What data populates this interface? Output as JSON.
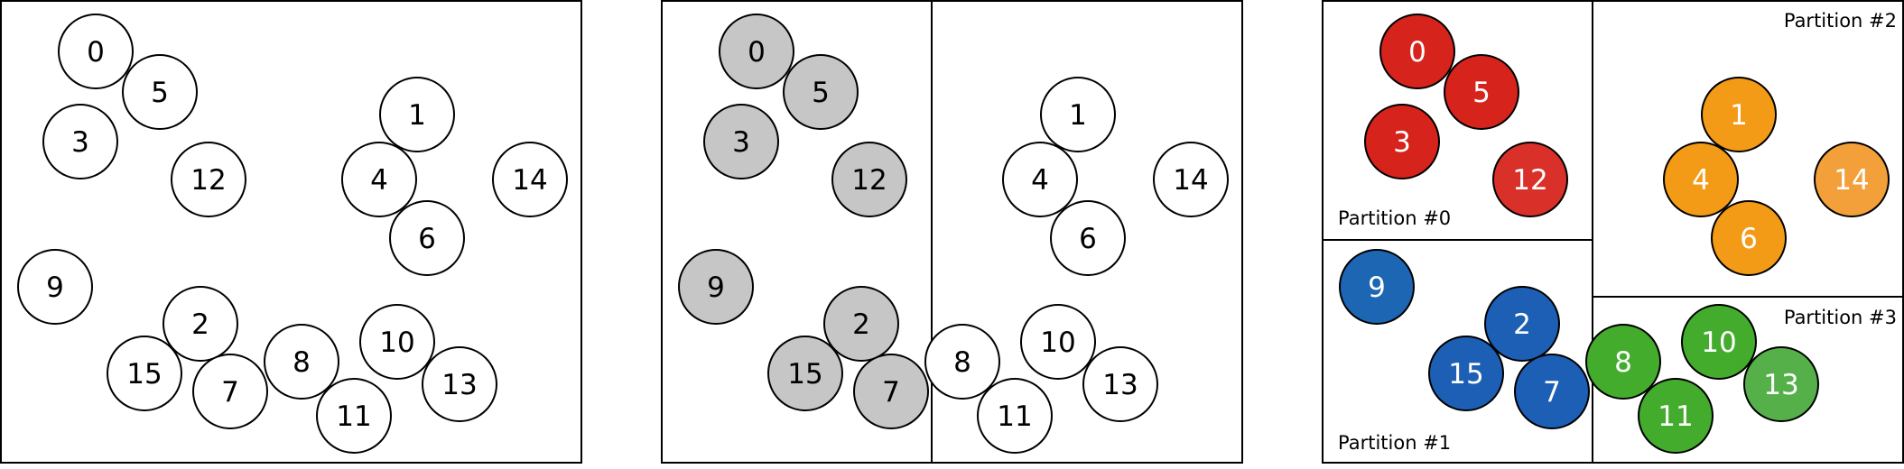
{
  "panels": [
    {
      "id": "original",
      "nodes": [
        {
          "label": "0",
          "fill": "#ffffff",
          "text_color": "#000000"
        },
        {
          "label": "5",
          "fill": "#ffffff",
          "text_color": "#000000"
        },
        {
          "label": "3",
          "fill": "#ffffff",
          "text_color": "#000000"
        },
        {
          "label": "12",
          "fill": "#ffffff",
          "text_color": "#000000"
        },
        {
          "label": "1",
          "fill": "#ffffff",
          "text_color": "#000000"
        },
        {
          "label": "4",
          "fill": "#ffffff",
          "text_color": "#000000"
        },
        {
          "label": "14",
          "fill": "#ffffff",
          "text_color": "#000000"
        },
        {
          "label": "6",
          "fill": "#ffffff",
          "text_color": "#000000"
        },
        {
          "label": "9",
          "fill": "#ffffff",
          "text_color": "#000000"
        },
        {
          "label": "2",
          "fill": "#ffffff",
          "text_color": "#000000"
        },
        {
          "label": "10",
          "fill": "#ffffff",
          "text_color": "#000000"
        },
        {
          "label": "15",
          "fill": "#ffffff",
          "text_color": "#000000"
        },
        {
          "label": "7",
          "fill": "#ffffff",
          "text_color": "#000000"
        },
        {
          "label": "8",
          "fill": "#ffffff",
          "text_color": "#000000"
        },
        {
          "label": "13",
          "fill": "#ffffff",
          "text_color": "#000000"
        },
        {
          "label": "11",
          "fill": "#ffffff",
          "text_color": "#000000"
        }
      ]
    },
    {
      "id": "first-split",
      "nodes": [
        {
          "label": "0",
          "fill": "#c6c6c6",
          "text_color": "#000000"
        },
        {
          "label": "5",
          "fill": "#c6c6c6",
          "text_color": "#000000"
        },
        {
          "label": "3",
          "fill": "#c6c6c6",
          "text_color": "#000000"
        },
        {
          "label": "12",
          "fill": "#c6c6c6",
          "text_color": "#000000"
        },
        {
          "label": "1",
          "fill": "#ffffff",
          "text_color": "#000000"
        },
        {
          "label": "4",
          "fill": "#ffffff",
          "text_color": "#000000"
        },
        {
          "label": "14",
          "fill": "#ffffff",
          "text_color": "#000000"
        },
        {
          "label": "6",
          "fill": "#ffffff",
          "text_color": "#000000"
        },
        {
          "label": "9",
          "fill": "#c6c6c6",
          "text_color": "#000000"
        },
        {
          "label": "2",
          "fill": "#c6c6c6",
          "text_color": "#000000"
        },
        {
          "label": "10",
          "fill": "#ffffff",
          "text_color": "#000000"
        },
        {
          "label": "15",
          "fill": "#c6c6c6",
          "text_color": "#000000"
        },
        {
          "label": "7",
          "fill": "#c6c6c6",
          "text_color": "#000000"
        },
        {
          "label": "8",
          "fill": "#ffffff",
          "text_color": "#000000"
        },
        {
          "label": "13",
          "fill": "#ffffff",
          "text_color": "#000000"
        },
        {
          "label": "11",
          "fill": "#ffffff",
          "text_color": "#000000"
        }
      ]
    },
    {
      "id": "partitions",
      "partition_labels": [
        "Partition #0",
        "Partition #1",
        "Partition #2",
        "Partition #3"
      ],
      "nodes": [
        {
          "label": "0",
          "fill": "#d6231c",
          "text_color": "#ffffff"
        },
        {
          "label": "5",
          "fill": "#d6231c",
          "text_color": "#ffffff"
        },
        {
          "label": "3",
          "fill": "#d6231c",
          "text_color": "#ffffff"
        },
        {
          "label": "12",
          "fill": "#d9302a",
          "text_color": "#ffffff"
        },
        {
          "label": "1",
          "fill": "#f39b16",
          "text_color": "#ffffff"
        },
        {
          "label": "4",
          "fill": "#f39b16",
          "text_color": "#ffffff"
        },
        {
          "label": "14",
          "fill": "#f3a03a",
          "text_color": "#ffffff"
        },
        {
          "label": "6",
          "fill": "#f39b16",
          "text_color": "#ffffff"
        },
        {
          "label": "9",
          "fill": "#1d66b4",
          "text_color": "#ffffff"
        },
        {
          "label": "2",
          "fill": "#1d5fb4",
          "text_color": "#ffffff"
        },
        {
          "label": "10",
          "fill": "#43ac2c",
          "text_color": "#ffffff"
        },
        {
          "label": "15",
          "fill": "#1d5fb4",
          "text_color": "#ffffff"
        },
        {
          "label": "7",
          "fill": "#1d5fb4",
          "text_color": "#ffffff"
        },
        {
          "label": "8",
          "fill": "#43ac2c",
          "text_color": "#ffffff"
        },
        {
          "label": "13",
          "fill": "#55b04a",
          "text_color": "#ffffff"
        },
        {
          "label": "11",
          "fill": "#43ac2c",
          "text_color": "#ffffff"
        }
      ]
    }
  ]
}
